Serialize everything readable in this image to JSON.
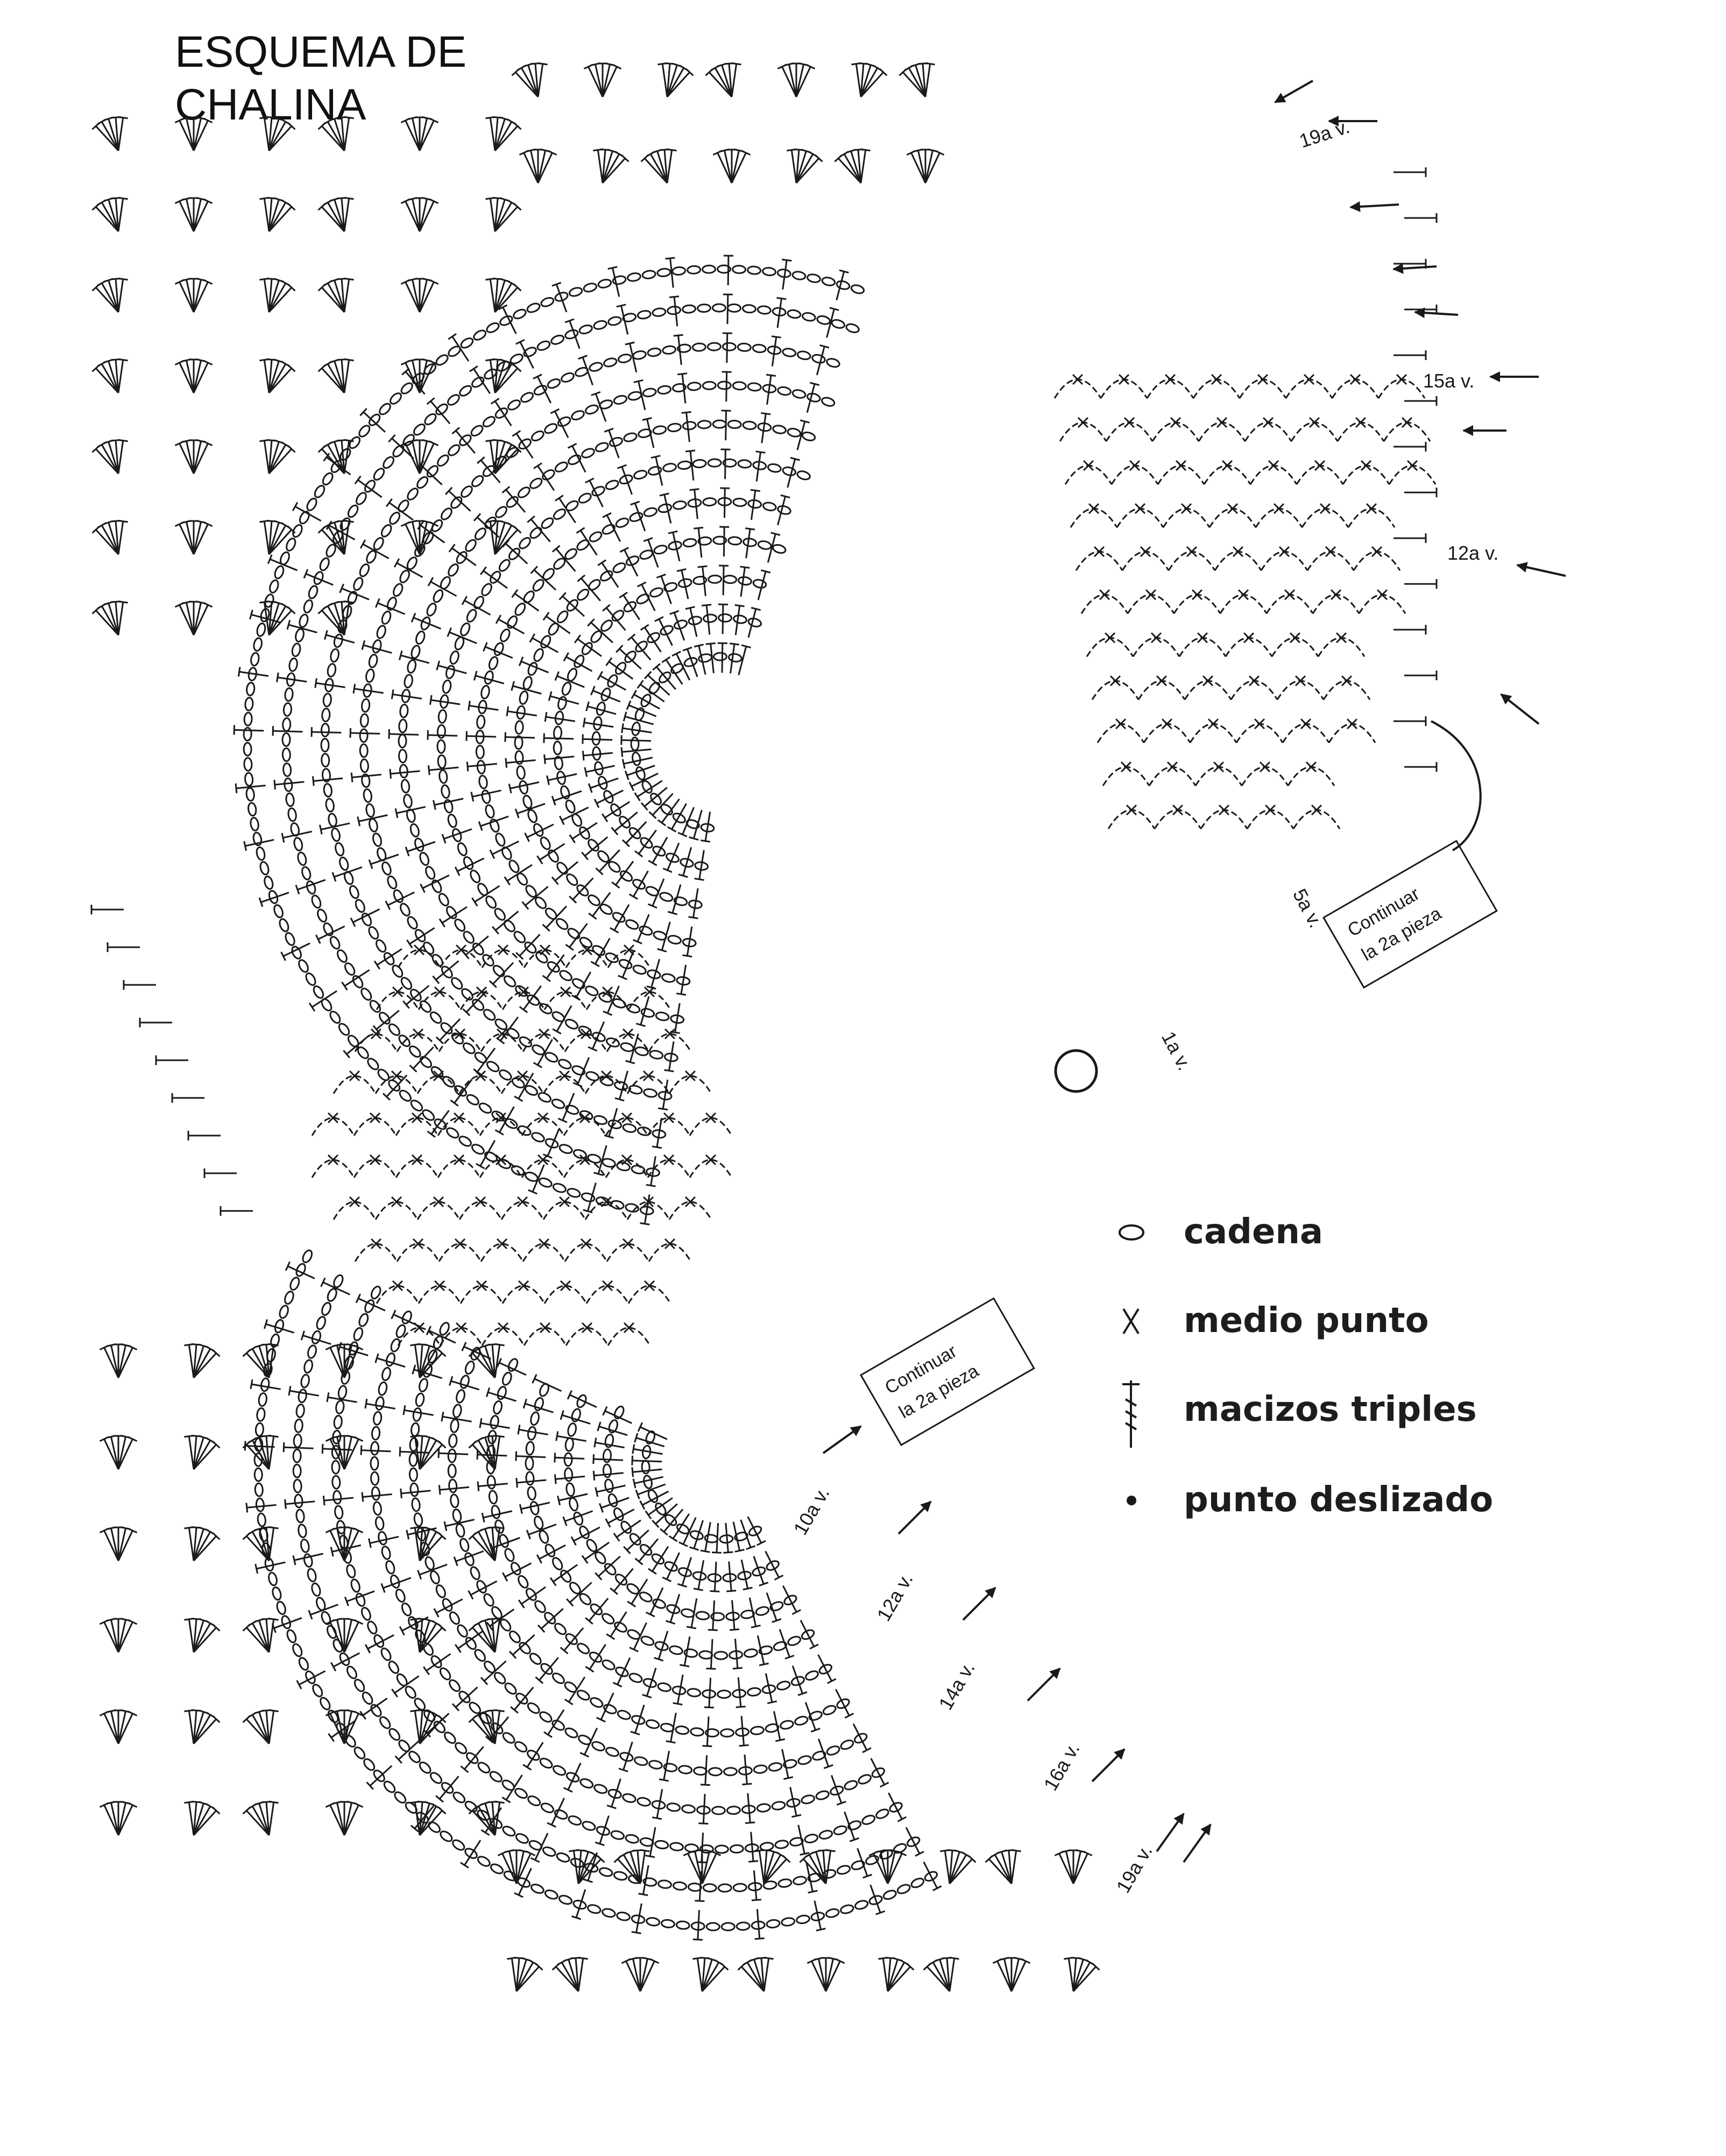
{
  "title": {
    "line1": "ESQUEMA DE",
    "line2": "CHALINA"
  },
  "legend": [
    {
      "symbol": "chain-icon",
      "label": "cadena"
    },
    {
      "symbol": "single-crochet-icon",
      "label": "medio punto"
    },
    {
      "symbol": "triple-cluster-icon",
      "label": "macizos triples"
    },
    {
      "symbol": "slip-stitch-icon",
      "label": "punto deslizado"
    }
  ],
  "round_labels": {
    "r1": "1a v.",
    "r5": "5a v.",
    "r12_top": "12a v.",
    "r15_top": "15a v.",
    "r19_top": "19a v.",
    "r10_bottom": "10a v.",
    "r12_bottom": "12a v.",
    "r14_bottom": "14a v.",
    "r16_bottom": "16a v.",
    "r19_bottom": "19a v."
  },
  "continue_boxes": [
    {
      "line1": "Continuar",
      "line2": "la 2a pieza"
    },
    {
      "line1": "Continuar",
      "line2": "la 2a pieza"
    }
  ],
  "colors": {
    "ink": "#1a1a1a",
    "paper": "#ffffff"
  }
}
